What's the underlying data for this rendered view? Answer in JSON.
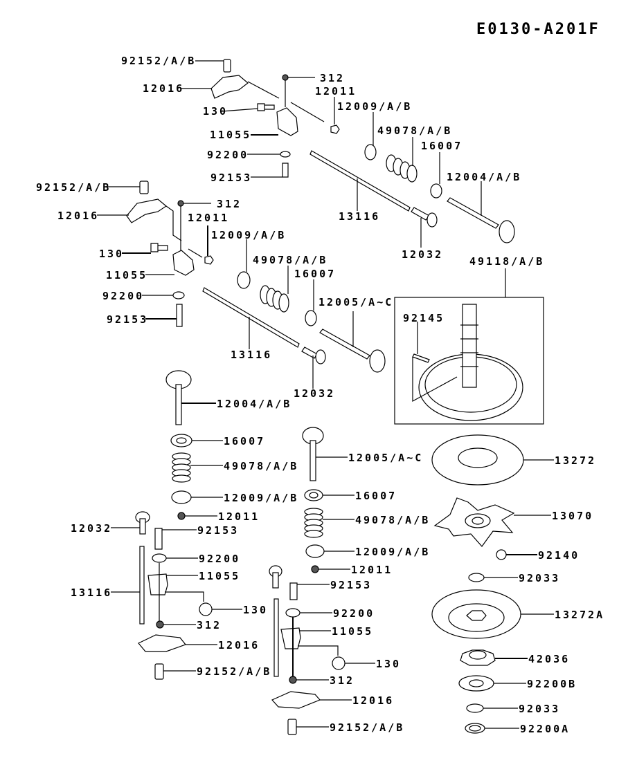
{
  "diagram_code": "E0130-A201F",
  "assembly": {
    "box_label": "49118/A/B",
    "box_inner_label": "92145"
  },
  "upper_exhaust": {
    "labels": {
      "tappet": "92152/A/B",
      "rocker_arm": "12016",
      "nut": "312",
      "retainer": "12011",
      "bolt": "130",
      "rocker_bracket": "11055",
      "washer": "92200",
      "stud": "92153",
      "spring_seat": "12009/A/B",
      "valve_spring": "49078/A/B",
      "seal": "16007",
      "valve": "12004/A/B",
      "push_rod": "13116",
      "lifter": "12032"
    }
  },
  "upper_intake": {
    "labels": {
      "tappet": "92152/A/B",
      "rocker_arm": "12016",
      "nut": "312",
      "retainer": "12011",
      "spring_seat": "12009/A/B",
      "bolt": "130",
      "valve_spring": "49078/A/B",
      "rocker_bracket": "11055",
      "seal": "16007",
      "washer": "92200",
      "valve": "12005/A~C",
      "stud": "92153",
      "push_rod": "13116",
      "lifter": "12032"
    }
  },
  "lower_left": {
    "labels": {
      "valve": "12004/A/B",
      "seal": "16007",
      "valve_spring": "49078/A/B",
      "spring_seat": "12009/A/B",
      "retainer": "12011",
      "lifter": "12032",
      "stud": "92153",
      "washer": "92200",
      "rocker_bracket": "11055",
      "push_rod": "13116",
      "bolt": "130",
      "nut": "312",
      "rocker_arm": "12016",
      "tappet": "92152/A/B"
    }
  },
  "lower_middle": {
    "labels": {
      "valve": "12005/A~C",
      "seal": "16007",
      "valve_spring": "49078/A/B",
      "spring_seat": "12009/A/B",
      "retainer": "12011",
      "stud": "92153",
      "washer": "92200",
      "rocker_bracket": "11055",
      "bolt": "130",
      "nut": "312",
      "rocker_arm": "12016",
      "tappet": "92152/A/B"
    }
  },
  "governor_stack": {
    "labels": {
      "plate": "13272",
      "weight_holder": "13070",
      "ball": "92140",
      "ring_1": "92033",
      "cup": "13272A",
      "sleeve": "42036",
      "washer_b": "92200B",
      "ring_2": "92033",
      "washer_a": "92200A"
    }
  }
}
